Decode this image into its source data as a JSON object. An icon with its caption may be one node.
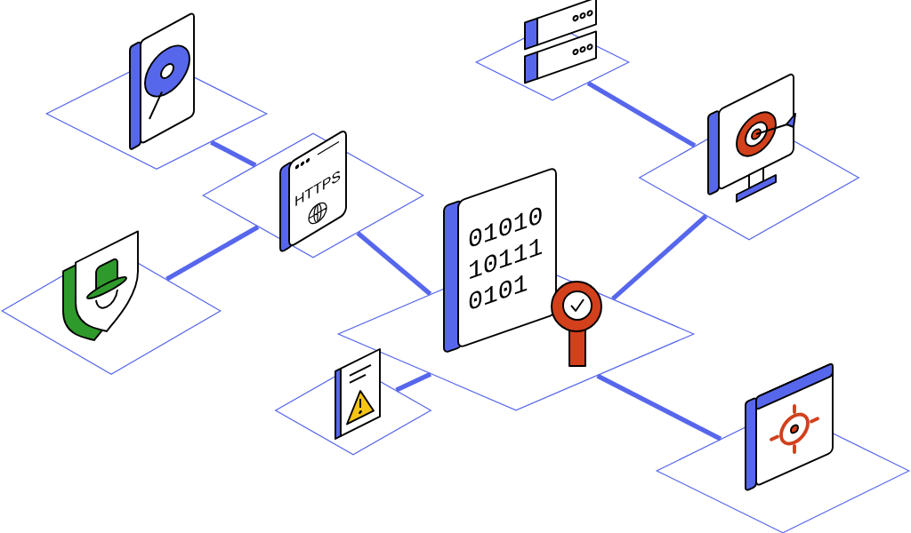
{
  "diagram": {
    "nodes": [
      {
        "text": [],
        "shape": "diamond"
      },
      {
        "text": [],
        "shape": "diamond"
      },
      {
        "text": [
          "HTTPS"
        ]
      },
      {
        "text": [],
        "shape": "diamond"
      },
      {
        "text": [],
        "shape": "diamond"
      },
      {
        "text": [
          "01010 10111 0101"
        ]
      },
      {
        "text": [],
        "shape": "diamond"
      },
      {
        "text": [],
        "shape": "diamond"
      }
    ],
    "edges": [
      {
        "from": 0,
        "to": 2,
        "arrow": "none"
      },
      {
        "from": 4,
        "to": 2,
        "arrow": "none"
      },
      {
        "from": 2,
        "to": 5,
        "arrow": "none"
      },
      {
        "from": 1,
        "to": 3,
        "arrow": "none"
      },
      {
        "from": 3,
        "to": 5,
        "arrow": "none"
      },
      {
        "from": 6,
        "to": 5,
        "arrow": "none"
      },
      {
        "from": 5,
        "to": 7,
        "arrow": "none"
      }
    ]
  }
}
